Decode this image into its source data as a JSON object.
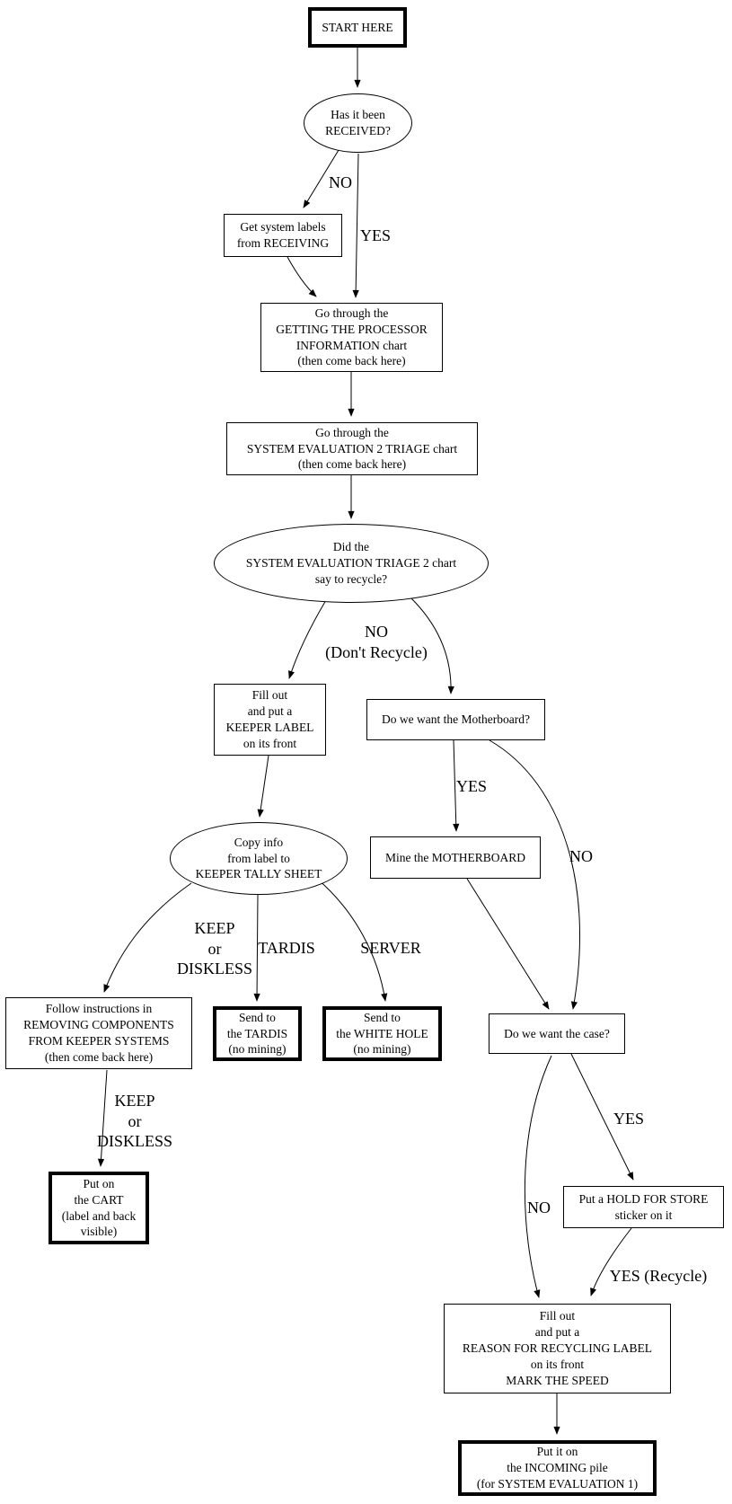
{
  "page": {
    "background": "#ffffff",
    "ink": "#000000"
  },
  "nodes": {
    "start": {
      "label": "START HERE"
    },
    "received": {
      "label": "Has it been\nRECEIVED?"
    },
    "get_labels": {
      "label": "Get system labels\nfrom RECEIVING"
    },
    "processor_chart": {
      "label": "Go through the\nGETTING THE PROCESSOR\nINFORMATION chart\n(then come back here)"
    },
    "triage_chart": {
      "label": "Go through the\nSYSTEM EVALUATION 2 TRIAGE chart\n(then come back here)"
    },
    "recycle_question": {
      "label": "Did the\nSYSTEM EVALUATION TRIAGE 2 chart\nsay to recycle?"
    },
    "keeper_label": {
      "label": "Fill out\nand put a\nKEEPER LABEL\non its front"
    },
    "motherboard_question": {
      "label": "Do we want the Motherboard?"
    },
    "copy_info": {
      "label": "Copy info\nfrom label to\nKEEPER TALLY SHEET"
    },
    "mine_motherboard": {
      "label": "Mine the MOTHERBOARD"
    },
    "remove_components": {
      "label": "Follow instructions in\nREMOVING COMPONENTS\nFROM KEEPER SYSTEMS\n(then come back here)"
    },
    "send_tardis": {
      "label": "Send to\nthe TARDIS\n(no mining)"
    },
    "send_white_hole": {
      "label": "Send to\nthe WHITE HOLE\n(no mining)"
    },
    "case_question": {
      "label": "Do we want the case?"
    },
    "put_on_cart": {
      "label": "Put on\nthe CART\n(label and back\nvisible)"
    },
    "hold_for_store": {
      "label": "Put a HOLD FOR STORE\nsticker on it"
    },
    "recycling_label": {
      "label": "Fill out\nand put a\nREASON FOR RECYCLING LABEL\non its front\nMARK THE SPEED"
    },
    "incoming_pile": {
      "label": "Put it on\nthe INCOMING pile\n(for SYSTEM EVALUATION 1)"
    }
  },
  "edge_labels": {
    "no_received": "NO",
    "yes_received": "YES",
    "no_dont_recycle": "NO\n(Don't Recycle)",
    "yes_motherboard": "YES",
    "no_motherboard": "NO",
    "keep_or_diskless_upper": "KEEP\nor\nDISKLESS",
    "tardis": "TARDIS",
    "server": "SERVER",
    "keep_or_diskless_lower": "KEEP\nor\nDISKLESS",
    "yes_case": "YES",
    "no_case": "NO",
    "yes_recycle": "YES (Recycle)"
  }
}
